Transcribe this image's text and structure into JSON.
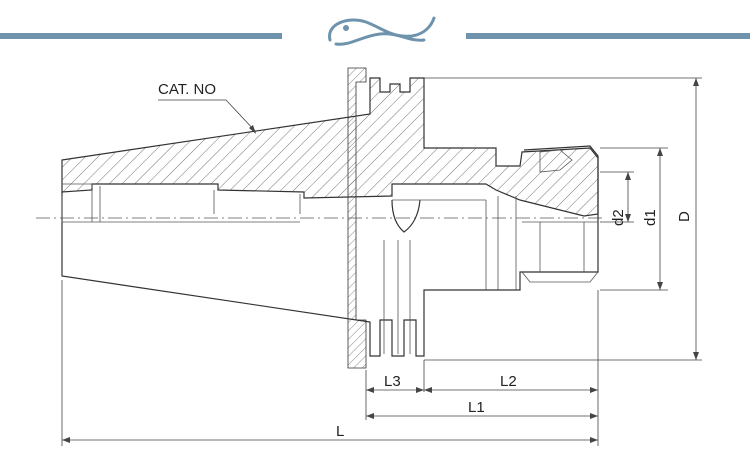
{
  "header": {
    "rule_color": "#6f93ad",
    "ornament": "wave-ornament-icon"
  },
  "labels": {
    "cat_no": "CAT. NO",
    "d2": "d2",
    "d1": "d1",
    "D": "D",
    "L3": "L3",
    "L2": "L2",
    "L1": "L1",
    "L": "L"
  },
  "colors": {
    "line": "#333333",
    "hatch": "#666666",
    "accent": "#6f93ad"
  }
}
